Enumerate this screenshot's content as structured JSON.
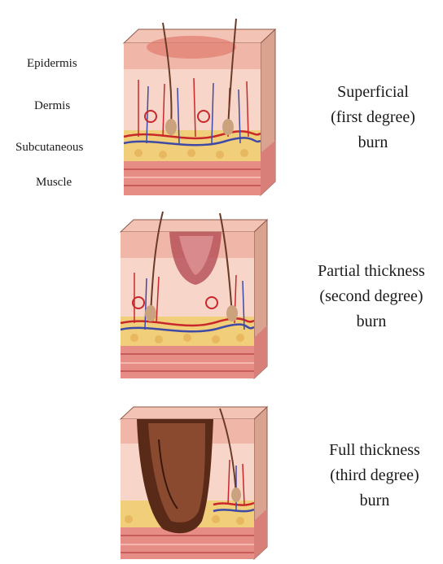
{
  "layers": {
    "epidermis": "Epidermis",
    "dermis": "Dermis",
    "subcutaneous": "Subcutaneous",
    "muscle": "Muscle"
  },
  "burns": [
    {
      "line1": "Superficial",
      "line2": "(first degree)",
      "line3": "burn"
    },
    {
      "line1": "Partial thickness",
      "line2": "(second degree)",
      "line3": "burn"
    },
    {
      "line1": "Full thickness",
      "line2": "(third degree)",
      "line3": "burn"
    }
  ],
  "colors": {
    "epidermis": "#f0b7a8",
    "dermis": "#f7d6c9",
    "subcutaneous": "#f1cf7a",
    "muscle": "#e68d86",
    "muscle_dark": "#c75c5a",
    "artery": "#c8282c",
    "vein": "#3e4aa6",
    "char": "#5a2a18"
  }
}
